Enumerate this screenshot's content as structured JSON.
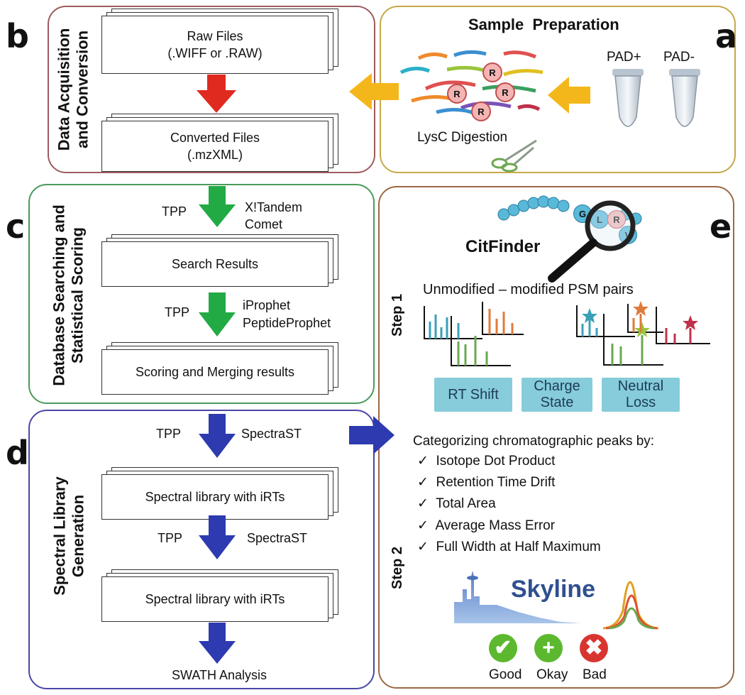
{
  "panel_a": {
    "letter": "a",
    "title": "Sample  Preparation",
    "tube1": "PAD+",
    "tube2": "PAD-",
    "residue": "R",
    "digestion": "LysC Digestion"
  },
  "panel_b": {
    "letter": "b",
    "label_line1": "Data Acquisition",
    "label_line2": "and Conversion",
    "box1_line1": "Raw Files",
    "box1_line2": "(.WIFF or .RAW)",
    "box2_line1": "Converted Files",
    "box2_line2": "(.mzXML)"
  },
  "panel_c": {
    "letter": "c",
    "label_line1": "Database Searching and",
    "label_line2": "Statistical Scoring",
    "arrow1_left": "TPP",
    "arrow1_right1": "X!Tandem",
    "arrow1_right2": "Comet",
    "box1": "Search Results",
    "arrow2_left": "TPP",
    "arrow2_right1": "iProphet",
    "arrow2_right2": "PeptideProphet",
    "box2": "Scoring and Merging results"
  },
  "panel_d": {
    "letter": "d",
    "label_line1": "Spectral Library",
    "label_line2": "Generation",
    "arrow1_left": "TPP",
    "arrow1_right": "SpectraST",
    "box1": "Spectral library with iRTs",
    "arrow2_left": "TPP",
    "arrow2_right": "SpectraST",
    "box2": "Spectral library with iRTs",
    "final": "SWATH Analysis"
  },
  "panel_e": {
    "letter": "e",
    "tool": "CitFinder",
    "peptide_letters": [
      "G",
      "L",
      "R",
      "V"
    ],
    "step1": "Step 1",
    "step1_title": "Unmodified – modified PSM pairs",
    "tags": [
      {
        "line1": "RT Shift",
        "line2": ""
      },
      {
        "line1": "Charge",
        "line2": "State"
      },
      {
        "line1": "Neutral",
        "line2": "Loss"
      }
    ],
    "step2": "Step 2",
    "categorizing": "Categorizing chromatographic peaks by:",
    "criteria": [
      "Isotope Dot Product",
      "Retention Time Drift",
      "Total Area",
      "Average Mass Error",
      "Full Width at Half Maximum"
    ],
    "check_mark": "✓",
    "skyline": "Skyline",
    "ratings": [
      {
        "label": "Good",
        "symbol": "✔",
        "color": "#5cb82e"
      },
      {
        "label": "Okay",
        "symbol": "+",
        "color": "#5cb82e"
      },
      {
        "label": "Bad",
        "symbol": "✖",
        "color": "#d9352f"
      }
    ]
  },
  "colors": {
    "panel_a_border": "#c6a84a",
    "panel_b_border": "#9e5b5f",
    "panel_c_border": "#4a9b5a",
    "panel_d_border": "#4a47a8",
    "panel_e_border": "#9a6a45",
    "arrow_yellow": "#f4b71b",
    "arrow_red": "#e02a1f",
    "arrow_green": "#22aa45",
    "arrow_blue": "#2e3ab0",
    "tag_fill": "#86ccda"
  }
}
